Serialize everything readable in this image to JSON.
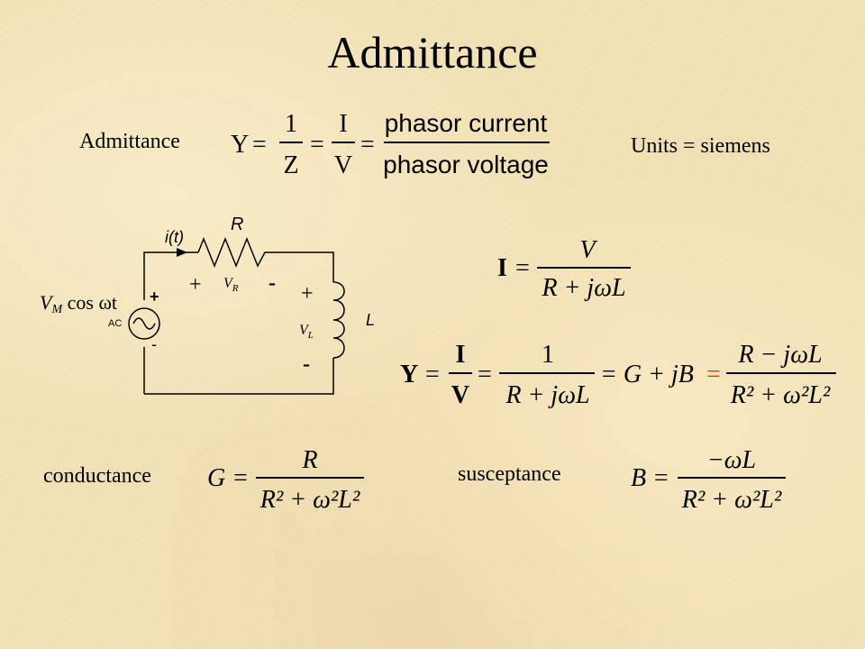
{
  "slide": {
    "title": "Admittance",
    "admittance_label": "Admittance",
    "units_label": "Units = siemens",
    "conductance_label": "conductance",
    "susceptance_label": "susceptance"
  },
  "formula_def": {
    "Y": "Y",
    "eq": "=",
    "one": "1",
    "Z": "Z",
    "I": "I",
    "V": "V",
    "phasor_current": "phasor current",
    "phasor_voltage": "phasor voltage"
  },
  "circuit": {
    "current": "i(t)",
    "resistor": "R",
    "inductor": "L",
    "source_top": "+",
    "source_bottom": "-",
    "source_label": "AC",
    "source_expr": "V",
    "source_sub": "M",
    "source_tail": " cos ωt",
    "vr_plus": "+",
    "vr_minus": "-",
    "vr": "V",
    "vr_sub": "R",
    "vl_plus": "+",
    "vl_minus": "-",
    "vl": "V",
    "vl_sub": "L"
  },
  "formula_I": {
    "lhs": "I",
    "eq": "=",
    "num": "V",
    "den": "R + jωL"
  },
  "formula_Y": {
    "lhs": "Y",
    "eq": "=",
    "num1": "I",
    "den1": "V",
    "num2": "1",
    "den2": "R + jωL",
    "mid": "= G + jB",
    "eq_red": "=",
    "num3": "R − jωL",
    "den3": "R² + ω²L²"
  },
  "formula_G": {
    "lhs": "G =",
    "num": "R",
    "den": "R² + ω²L²"
  },
  "formula_B": {
    "lhs": "B =",
    "num": "−ωL",
    "den": "R² + ω²L²"
  },
  "colors": {
    "background": "#f1dfb4",
    "ink": "#000000",
    "accent_equals": "#e03020"
  }
}
